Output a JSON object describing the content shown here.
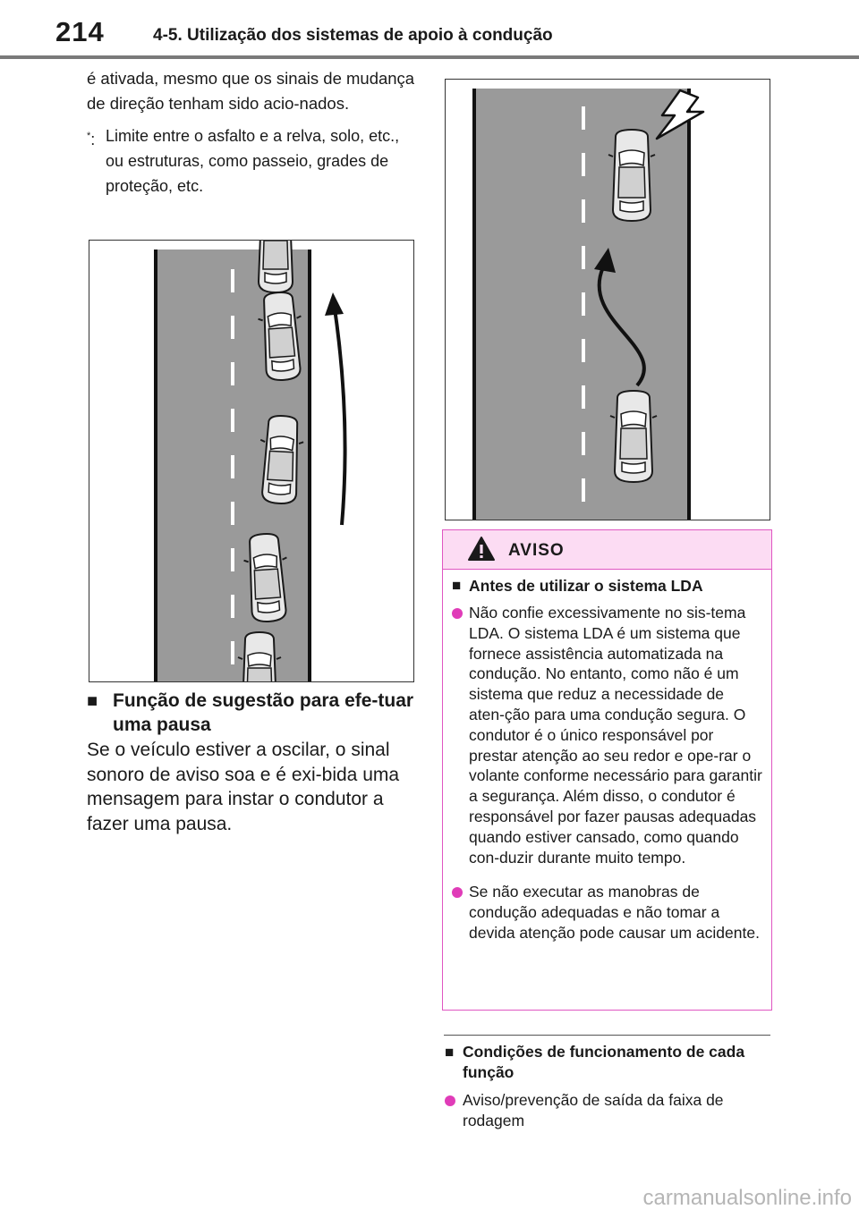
{
  "header": {
    "page_number": "214",
    "section_title": "4-5. Utilização dos sistemas de apoio à condução"
  },
  "left": {
    "intro_text": "é ativada, mesmo que os sinais de mudança de direção tenham sido acio-nados.",
    "footnote_mark": "*",
    "footnote_colon": ":",
    "footnote_text": "Limite entre o asfalto e a relva, solo, etc., ou estruturas, como passeio, grades de proteção, etc.",
    "heading": "Função de sugestão para efe-tuar uma pausa",
    "body": "Se o veículo estiver a oscilar, o sinal sonoro de aviso soa e é exi-bida uma mensagem para instar o condutor a fazer uma pausa."
  },
  "warning": {
    "title": "AVISO",
    "subheading": "Antes de utilizar o sistema LDA",
    "items": [
      "Não confie excessivamente no sis-tema LDA. O sistema LDA é um sistema que fornece assistência automatizada na condução. No entanto, como não é um sistema que reduz a necessidade de aten-ção para uma condução segura. O condutor é o único responsável por prestar atenção ao seu redor e ope-rar o volante conforme necessário para garantir a segurança. Além disso, o condutor é responsável por fazer pausas adequadas quando estiver cansado, como quando con-duzir durante muito tempo.",
      "Se não executar as manobras de condução adequadas e não tomar a devida atenção pode causar um acidente."
    ]
  },
  "right": {
    "heading": "Condições de funcionamento de cada função",
    "item": "Aviso/prevenção de saída da faixa de rodagem"
  },
  "colors": {
    "accent_pink": "#e03cb8",
    "warning_header_bg": "#fcdcf3",
    "road_gray": "#9a9a9a"
  },
  "icons": {
    "warning": "warning-triangle-icon",
    "bullet_square": "square-bullet-icon",
    "bullet_dot": "circle-bullet-icon"
  },
  "watermark": "carmanualsonline.info"
}
